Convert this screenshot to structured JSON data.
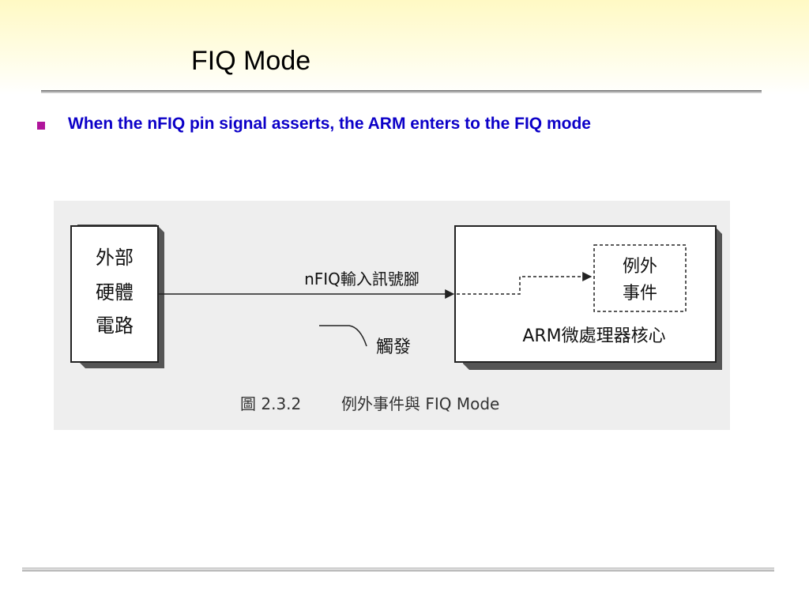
{
  "slide": {
    "title": "FIQ Mode",
    "bullet": "When the nFIQ pin signal asserts, the ARM enters to the FIQ mode"
  },
  "diagram": {
    "external_box_label": [
      "外部",
      "硬體",
      "電路"
    ],
    "signal_label": "nFIQ輸入訊號腳",
    "trigger_label": "觸發",
    "exception_box_label": [
      "例外",
      "事件"
    ],
    "arm_core_label": "ARM微處理器核心",
    "caption_number": "圖 2.3.2",
    "caption_text": "例外事件與 FIQ Mode"
  },
  "colors": {
    "title_band": "#fff9c4",
    "bullet_marker": "#b0159b",
    "bullet_text": "#0c00c8",
    "figure_bg": "#eeeeee"
  }
}
